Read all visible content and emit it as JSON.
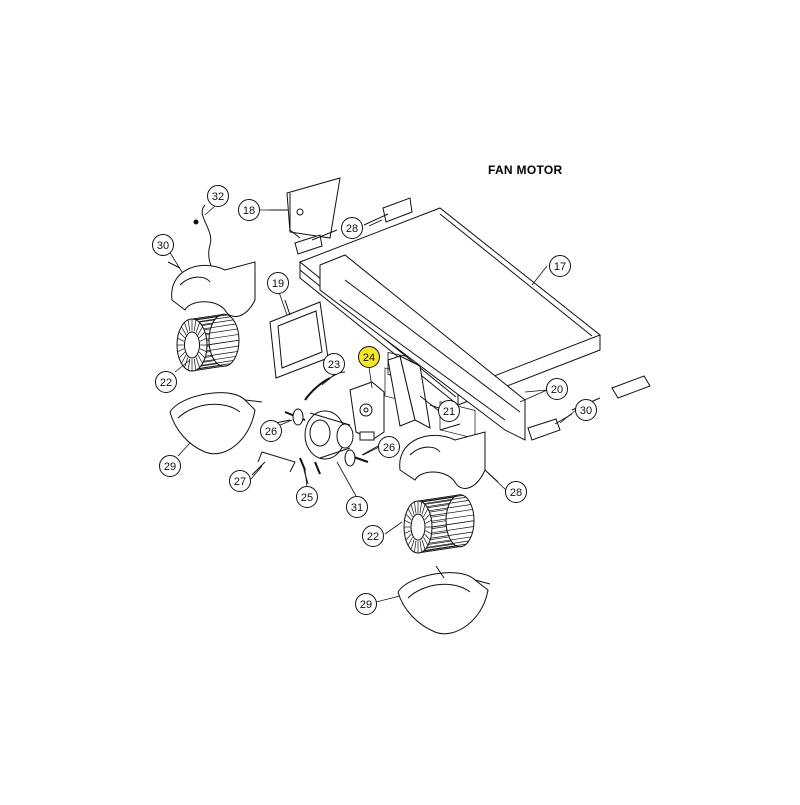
{
  "title": "FAN MOTOR",
  "highlight_color": "#f5e52b",
  "line_color": "#111111",
  "callouts": [
    {
      "id": "32",
      "highlighted": false
    },
    {
      "id": "18",
      "highlighted": false
    },
    {
      "id": "30",
      "highlighted": false
    },
    {
      "id": "28",
      "highlighted": false
    },
    {
      "id": "17",
      "highlighted": false
    },
    {
      "id": "19",
      "highlighted": false
    },
    {
      "id": "23",
      "highlighted": false
    },
    {
      "id": "24",
      "highlighted": true
    },
    {
      "id": "22",
      "highlighted": false
    },
    {
      "id": "20",
      "highlighted": false
    },
    {
      "id": "30",
      "highlighted": false
    },
    {
      "id": "21",
      "highlighted": false
    },
    {
      "id": "26",
      "highlighted": false
    },
    {
      "id": "26",
      "highlighted": false
    },
    {
      "id": "29",
      "highlighted": false
    },
    {
      "id": "27",
      "highlighted": false
    },
    {
      "id": "28",
      "highlighted": false
    },
    {
      "id": "25",
      "highlighted": false
    },
    {
      "id": "31",
      "highlighted": false
    },
    {
      "id": "22",
      "highlighted": false
    },
    {
      "id": "29",
      "highlighted": false
    }
  ]
}
